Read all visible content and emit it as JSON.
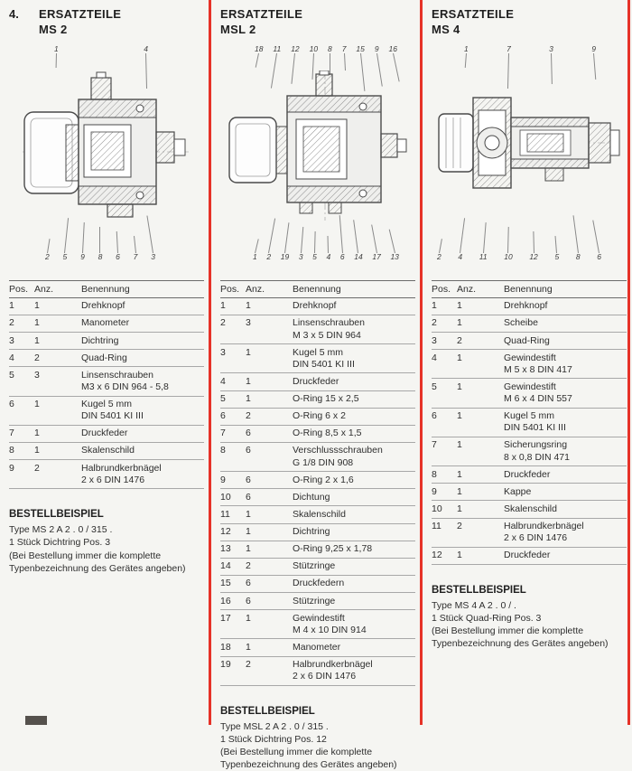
{
  "colors": {
    "separator_red": "#e63228",
    "text": "#2e2e2e"
  },
  "page": {
    "section_number": "4."
  },
  "columns": [
    {
      "title_line1": "ERSATZTEILE",
      "title_line2": "MS 2",
      "callouts_top": [
        "1",
        "4"
      ],
      "callouts_bottom": [
        "2",
        "5",
        "9",
        "8",
        "6",
        "7",
        "3"
      ],
      "table": {
        "headers": [
          "Pos.",
          "Anz.",
          "Benennung"
        ],
        "rows": [
          {
            "pos": "1",
            "anz": "1",
            "name": [
              "Drehknopf"
            ]
          },
          {
            "pos": "2",
            "anz": "1",
            "name": [
              "Manometer"
            ]
          },
          {
            "pos": "3",
            "anz": "1",
            "name": [
              "Dichtring"
            ]
          },
          {
            "pos": "4",
            "anz": "2",
            "name": [
              "Quad-Ring"
            ]
          },
          {
            "pos": "5",
            "anz": "3",
            "name": [
              "Linsenschrauben",
              "M3 x 6 DIN 964 - 5,8"
            ]
          },
          {
            "pos": "6",
            "anz": "1",
            "name": [
              "Kugel 5 mm",
              "DIN 5401 KI III"
            ]
          },
          {
            "pos": "7",
            "anz": "1",
            "name": [
              "Druckfeder"
            ]
          },
          {
            "pos": "8",
            "anz": "1",
            "name": [
              "Skalenschild"
            ]
          },
          {
            "pos": "9",
            "anz": "2",
            "name": [
              "Halbrundkerbnägel",
              "2 x 6 DIN 1476"
            ]
          }
        ]
      },
      "order_example": {
        "heading": "BESTELLBEISPIEL",
        "lines": [
          "Type MS 2 A 2 . 0 / 315 .",
          "1 Stück Dichtring Pos. 3",
          "(Bei Bestellung immer die komplette",
          "Typenbezeichnung des Gerätes angeben)"
        ]
      }
    },
    {
      "title_line1": "ERSATZTEILE",
      "title_line2": "MSL 2",
      "callouts_top": [
        "18",
        "11",
        "12",
        "10",
        "8",
        "7",
        "15",
        "9",
        "16"
      ],
      "callouts_bottom": [
        "1",
        "2",
        "19",
        "3",
        "5",
        "4",
        "6",
        "14",
        "17",
        "13"
      ],
      "table": {
        "headers": [
          "Pos.",
          "Anz.",
          "Benennung"
        ],
        "rows": [
          {
            "pos": "1",
            "anz": "1",
            "name": [
              "Drehknopf"
            ]
          },
          {
            "pos": "2",
            "anz": "3",
            "name": [
              "Linsenschrauben",
              "M 3 x 5 DIN 964"
            ]
          },
          {
            "pos": "3",
            "anz": "1",
            "name": [
              "Kugel 5 mm",
              "DIN 5401 KI III"
            ]
          },
          {
            "pos": "4",
            "anz": "1",
            "name": [
              "Druckfeder"
            ]
          },
          {
            "pos": "5",
            "anz": "1",
            "name": [
              "O-Ring 15 x 2,5"
            ]
          },
          {
            "pos": "6",
            "anz": "2",
            "name": [
              "O-Ring 6 x 2"
            ]
          },
          {
            "pos": "7",
            "anz": "6",
            "name": [
              "O-Ring 8,5 x 1,5"
            ]
          },
          {
            "pos": "8",
            "anz": "6",
            "name": [
              "Verschlussschrauben",
              "G 1/8 DIN 908"
            ]
          },
          {
            "pos": "9",
            "anz": "6",
            "name": [
              "O-Ring 2 x 1,6"
            ]
          },
          {
            "pos": "10",
            "anz": "6",
            "name": [
              "Dichtung"
            ]
          },
          {
            "pos": "11",
            "anz": "1",
            "name": [
              "Skalenschild"
            ]
          },
          {
            "pos": "12",
            "anz": "1",
            "name": [
              "Dichtring"
            ]
          },
          {
            "pos": "13",
            "anz": "1",
            "name": [
              "O-Ring 9,25 x 1,78"
            ]
          },
          {
            "pos": "14",
            "anz": "2",
            "name": [
              "Stützringe"
            ]
          },
          {
            "pos": "15",
            "anz": "6",
            "name": [
              "Druckfedern"
            ]
          },
          {
            "pos": "16",
            "anz": "6",
            "name": [
              "Stützringe"
            ]
          },
          {
            "pos": "17",
            "anz": "1",
            "name": [
              "Gewindestift",
              "M 4 x 10 DIN 914"
            ]
          },
          {
            "pos": "18",
            "anz": "1",
            "name": [
              "Manometer"
            ]
          },
          {
            "pos": "19",
            "anz": "2",
            "name": [
              "Halbrundkerbnägel",
              "2 x 6 DIN 1476"
            ]
          }
        ]
      },
      "order_example": {
        "heading": "BESTELLBEISPIEL",
        "lines": [
          "Type MSL 2 A 2 . 0 / 315 .",
          "1 Stück Dichtring Pos. 12",
          "(Bei Bestellung immer die komplette",
          "Typenbezeichnung des Gerätes angeben)"
        ]
      }
    },
    {
      "title_line1": "ERSATZTEILE",
      "title_line2": "MS 4",
      "callouts_top": [
        "1",
        "7",
        "3",
        "9"
      ],
      "callouts_bottom": [
        "2",
        "4",
        "11",
        "10",
        "12",
        "5",
        "8",
        "6"
      ],
      "table": {
        "headers": [
          "Pos.",
          "Anz.",
          "Benennung"
        ],
        "rows": [
          {
            "pos": "1",
            "anz": "1",
            "name": [
              "Drehknopf"
            ]
          },
          {
            "pos": "2",
            "anz": "1",
            "name": [
              "Scheibe"
            ]
          },
          {
            "pos": "3",
            "anz": "2",
            "name": [
              "Quad-Ring"
            ]
          },
          {
            "pos": "4",
            "anz": "1",
            "name": [
              "Gewindestift",
              "M 5 x 8 DIN 417"
            ]
          },
          {
            "pos": "5",
            "anz": "1",
            "name": [
              "Gewindestift",
              "M 6 x 4 DIN 557"
            ]
          },
          {
            "pos": "6",
            "anz": "1",
            "name": [
              "Kugel 5 mm",
              "DIN 5401 KI III"
            ]
          },
          {
            "pos": "7",
            "anz": "1",
            "name": [
              "Sicherungsring",
              "8 x 0,8 DIN 471"
            ]
          },
          {
            "pos": "8",
            "anz": "1",
            "name": [
              "Druckfeder"
            ]
          },
          {
            "pos": "9",
            "anz": "1",
            "name": [
              "Kappe"
            ]
          },
          {
            "pos": "10",
            "anz": "1",
            "name": [
              "Skalenschild"
            ]
          },
          {
            "pos": "11",
            "anz": "2",
            "name": [
              "Halbrundkerbnägel",
              "2 x 6 DIN 1476"
            ]
          },
          {
            "pos": "12",
            "anz": "1",
            "name": [
              "Druckfeder"
            ]
          }
        ]
      },
      "order_example": {
        "heading": "BESTELLBEISPIEL",
        "lines": [
          "Type MS 4 A 2 . 0 / .",
          "1 Stück Quad-Ring Pos. 3",
          "(Bei Bestellung immer die komplette",
          "Typenbezeichnung des Gerätes angeben)"
        ]
      }
    }
  ]
}
